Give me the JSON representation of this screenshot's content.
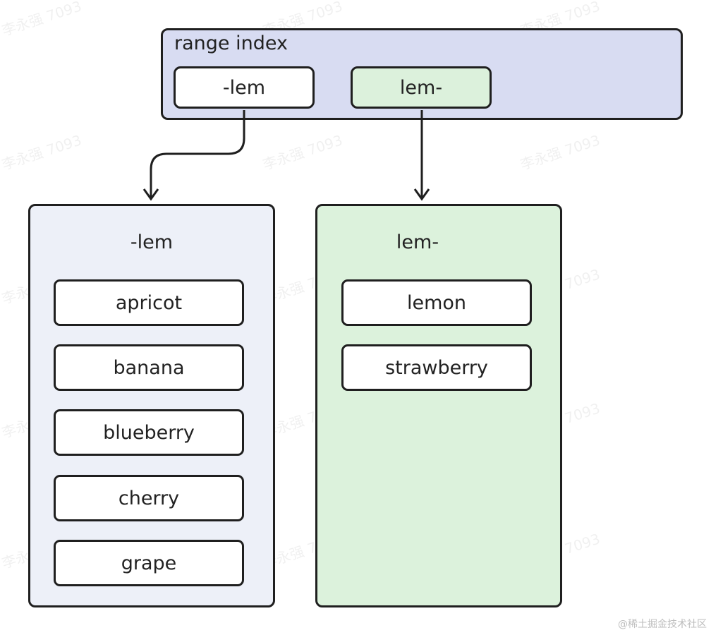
{
  "index": {
    "title": "range index",
    "keys": [
      "-lem",
      "lem-"
    ]
  },
  "partitions": [
    {
      "title": "-lem",
      "items": [
        "apricot",
        "banana",
        "blueberry",
        "cherry",
        "grape"
      ]
    },
    {
      "title": "lem-",
      "items": [
        "lemon",
        "strawberry"
      ]
    }
  ],
  "watermark": "李永强 7093",
  "footer": "@稀土掘金技术社区",
  "colors": {
    "index_bg": "#d8dcf2",
    "left_bg": "#edf0f8",
    "right_bg": "#dcf2dc",
    "stroke": "#1f1f1f"
  }
}
